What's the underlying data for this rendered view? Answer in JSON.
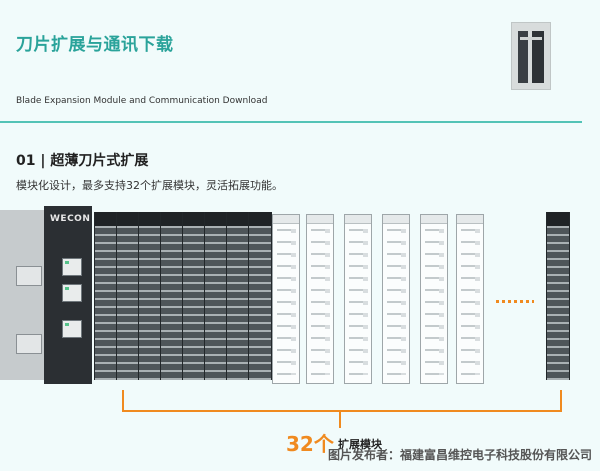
{
  "header": {
    "title": "刀片扩展与通讯下载",
    "subtitle": "Blade Expansion  Module and Communication Download"
  },
  "section": {
    "title": "01 | 超薄刀片式扩展",
    "description": "模块化设计，最多支持32个扩展模块，灵活拓展功能。"
  },
  "figure": {
    "brand": "WECON",
    "module_count": "32个",
    "module_suffix": "扩展模块",
    "accent_color": "#f08a1f"
  },
  "footer": {
    "publisher": "图片发布者：福建富昌维控电子科技股份有限公司"
  },
  "colors": {
    "brand_teal": "#2aa39a",
    "divider": "#53c3b6",
    "background": "#f1fbfb"
  }
}
